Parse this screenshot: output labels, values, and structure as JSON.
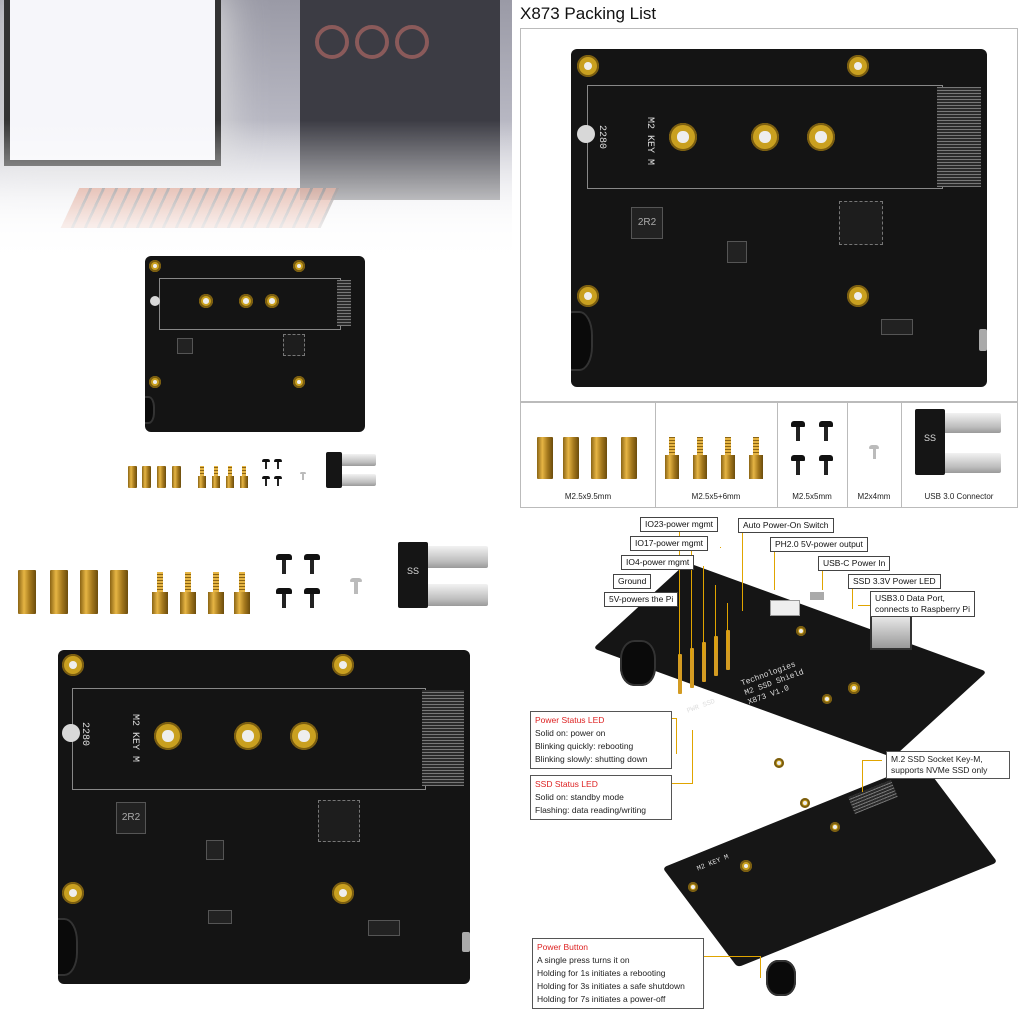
{
  "packing_list": {
    "title": "X873 Packing List",
    "items": [
      {
        "label": "M2.5x9.5mm"
      },
      {
        "label": "M2.5x5+6mm"
      },
      {
        "label": "M2.5x5mm"
      },
      {
        "label": "M2x4mm"
      },
      {
        "label": "USB 3.0 Connector"
      }
    ]
  },
  "board": {
    "silk_2280": "2280",
    "silk_m2": "M2 KEY M",
    "inductor": "2R2",
    "usb_logo": "SS"
  },
  "callouts": {
    "top": [
      {
        "text": "IO23-power mgmt"
      },
      {
        "text": "IO17-power mgmt"
      },
      {
        "text": "IO4-power mgmt"
      },
      {
        "text": "Ground"
      },
      {
        "text": "5V-powers the Pi"
      },
      {
        "text": "Auto Power-On Switch"
      },
      {
        "text": "PH2.0 5V-power output"
      },
      {
        "text": "USB-C Power In"
      },
      {
        "text": "SSD 3.3V Power LED"
      },
      {
        "text": "USB3.0 Data Port,"
      },
      {
        "text": "connects to Raspberry Pi"
      }
    ],
    "power_led": {
      "title": "Power Status LED",
      "lines": [
        "Solid on: power on",
        "Blinking quickly: rebooting",
        "Blinking slowly: shutting down"
      ]
    },
    "ssd_led": {
      "title": "SSD Status LED",
      "lines": [
        "Solid on: standby mode",
        "Flashing: data reading/writing"
      ]
    },
    "m2_socket": {
      "lines": [
        "M.2 SSD Socket Key-M,",
        "supports NVMe SSD only"
      ]
    },
    "power_button": {
      "title": "Power Button",
      "lines": [
        "A single press turns it on",
        "Holding for 1s initiates a rebooting",
        "Holding for 3s initiates a safe shutdown",
        "Holding for 7s initiates a power-off"
      ]
    },
    "board_silk": [
      "Technologies",
      "M2 SSD Shield",
      "X873 V1.0"
    ],
    "led_silk": "PWR SSD"
  },
  "colors": {
    "pcb": "#141414",
    "brass": "#c9a020",
    "callout_title": "#dd2222",
    "leader": "#e0a400"
  }
}
